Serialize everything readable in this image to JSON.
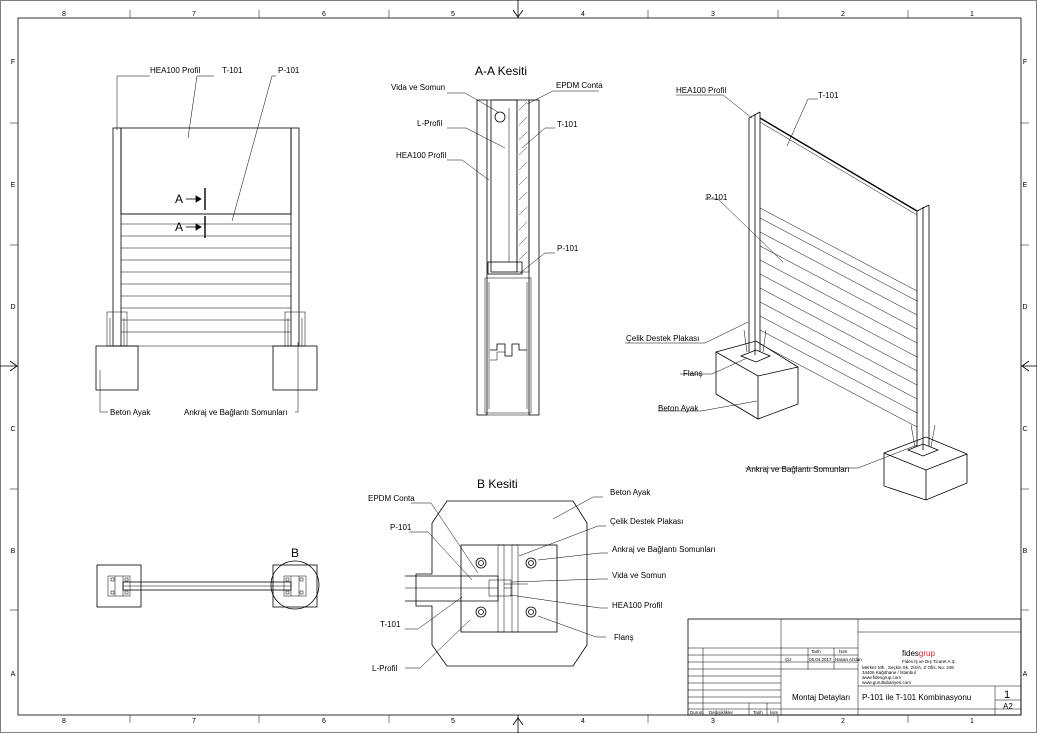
{
  "sheet": {
    "column_numbers_top": [
      "8",
      "7",
      "6",
      "5",
      "4",
      "3",
      "2",
      "1"
    ],
    "column_numbers_bottom": [
      "8",
      "7",
      "6",
      "5",
      "4",
      "3",
      "2",
      "1"
    ],
    "row_letters_left": [
      "F",
      "E",
      "D",
      "C",
      "B",
      "A"
    ],
    "row_letters_right": [
      "F",
      "E",
      "D",
      "C",
      "B",
      "A"
    ]
  },
  "front_view": {
    "hea100": "HEA100 Profil",
    "t101": "T-101",
    "p101": "P-101",
    "section_a": "A",
    "beton": "Beton Ayak",
    "ankraj": "Ankraj ve Bağlantı Somunları"
  },
  "section_aa": {
    "title": "A-A Kesiti",
    "vida": "Vida ve Somun",
    "epdm": "EPDM Conta",
    "lprofil": "L-Profil",
    "t101": "T-101",
    "hea100": "HEA100 Profil",
    "p101": "P-101"
  },
  "iso_view": {
    "hea100": "HEA100 Profil",
    "t101": "T-101",
    "p101": "P-101",
    "celik": "Çelik Destek Plakası",
    "flans": "Flanş",
    "beton": "Beton Ayak",
    "ankraj": "Ankraj ve Bağlantı Somunları"
  },
  "plan_view": {
    "detail_b": "B"
  },
  "section_b": {
    "title": "B Kesiti",
    "epdm": "EPDM Conta",
    "p101": "P-101",
    "t101": "T-101",
    "lprofil": "L-Profil",
    "beton": "Beton Ayak",
    "celik": "Çelik Destek Plakası",
    "ankraj": "Ankraj ve Bağlantı Somunları",
    "vida": "Vida ve Somun",
    "hea100": "HEA100 Profil",
    "flans": "Flanş"
  },
  "title_block": {
    "col_tarih": "Tarih",
    "col_isim": "İsim",
    "row_ciz": "Çiz",
    "date": "05.04.2017",
    "drawer": "Hasan Arslan",
    "company_prefix": "fides",
    "company_suffix": "grup",
    "company_full": "Fides İş ve Dış Ticaret A.Ş.",
    "address_1": "Merkez Mh., Seçkin Sk. 2/4/A, Z Ofis, No: 248",
    "address_2": "34406 Kağıthane / İstanbul",
    "web_1": "www.fidesgrup.com",
    "web_2": "www.gurultubariyeri.com",
    "drawing_name": "Montaj Detayları",
    "drawing_title": "P-101 ile T-101 Kombinasyonu",
    "sheet_no": "1",
    "size": "A2",
    "foot_1": "Durum",
    "foot_2": "Değişiklikler",
    "foot_3": "Tarih",
    "foot_4": "İsim"
  },
  "colors": {
    "ink": "#000000",
    "paper": "#ffffff",
    "brand_red": "#d7262b"
  }
}
